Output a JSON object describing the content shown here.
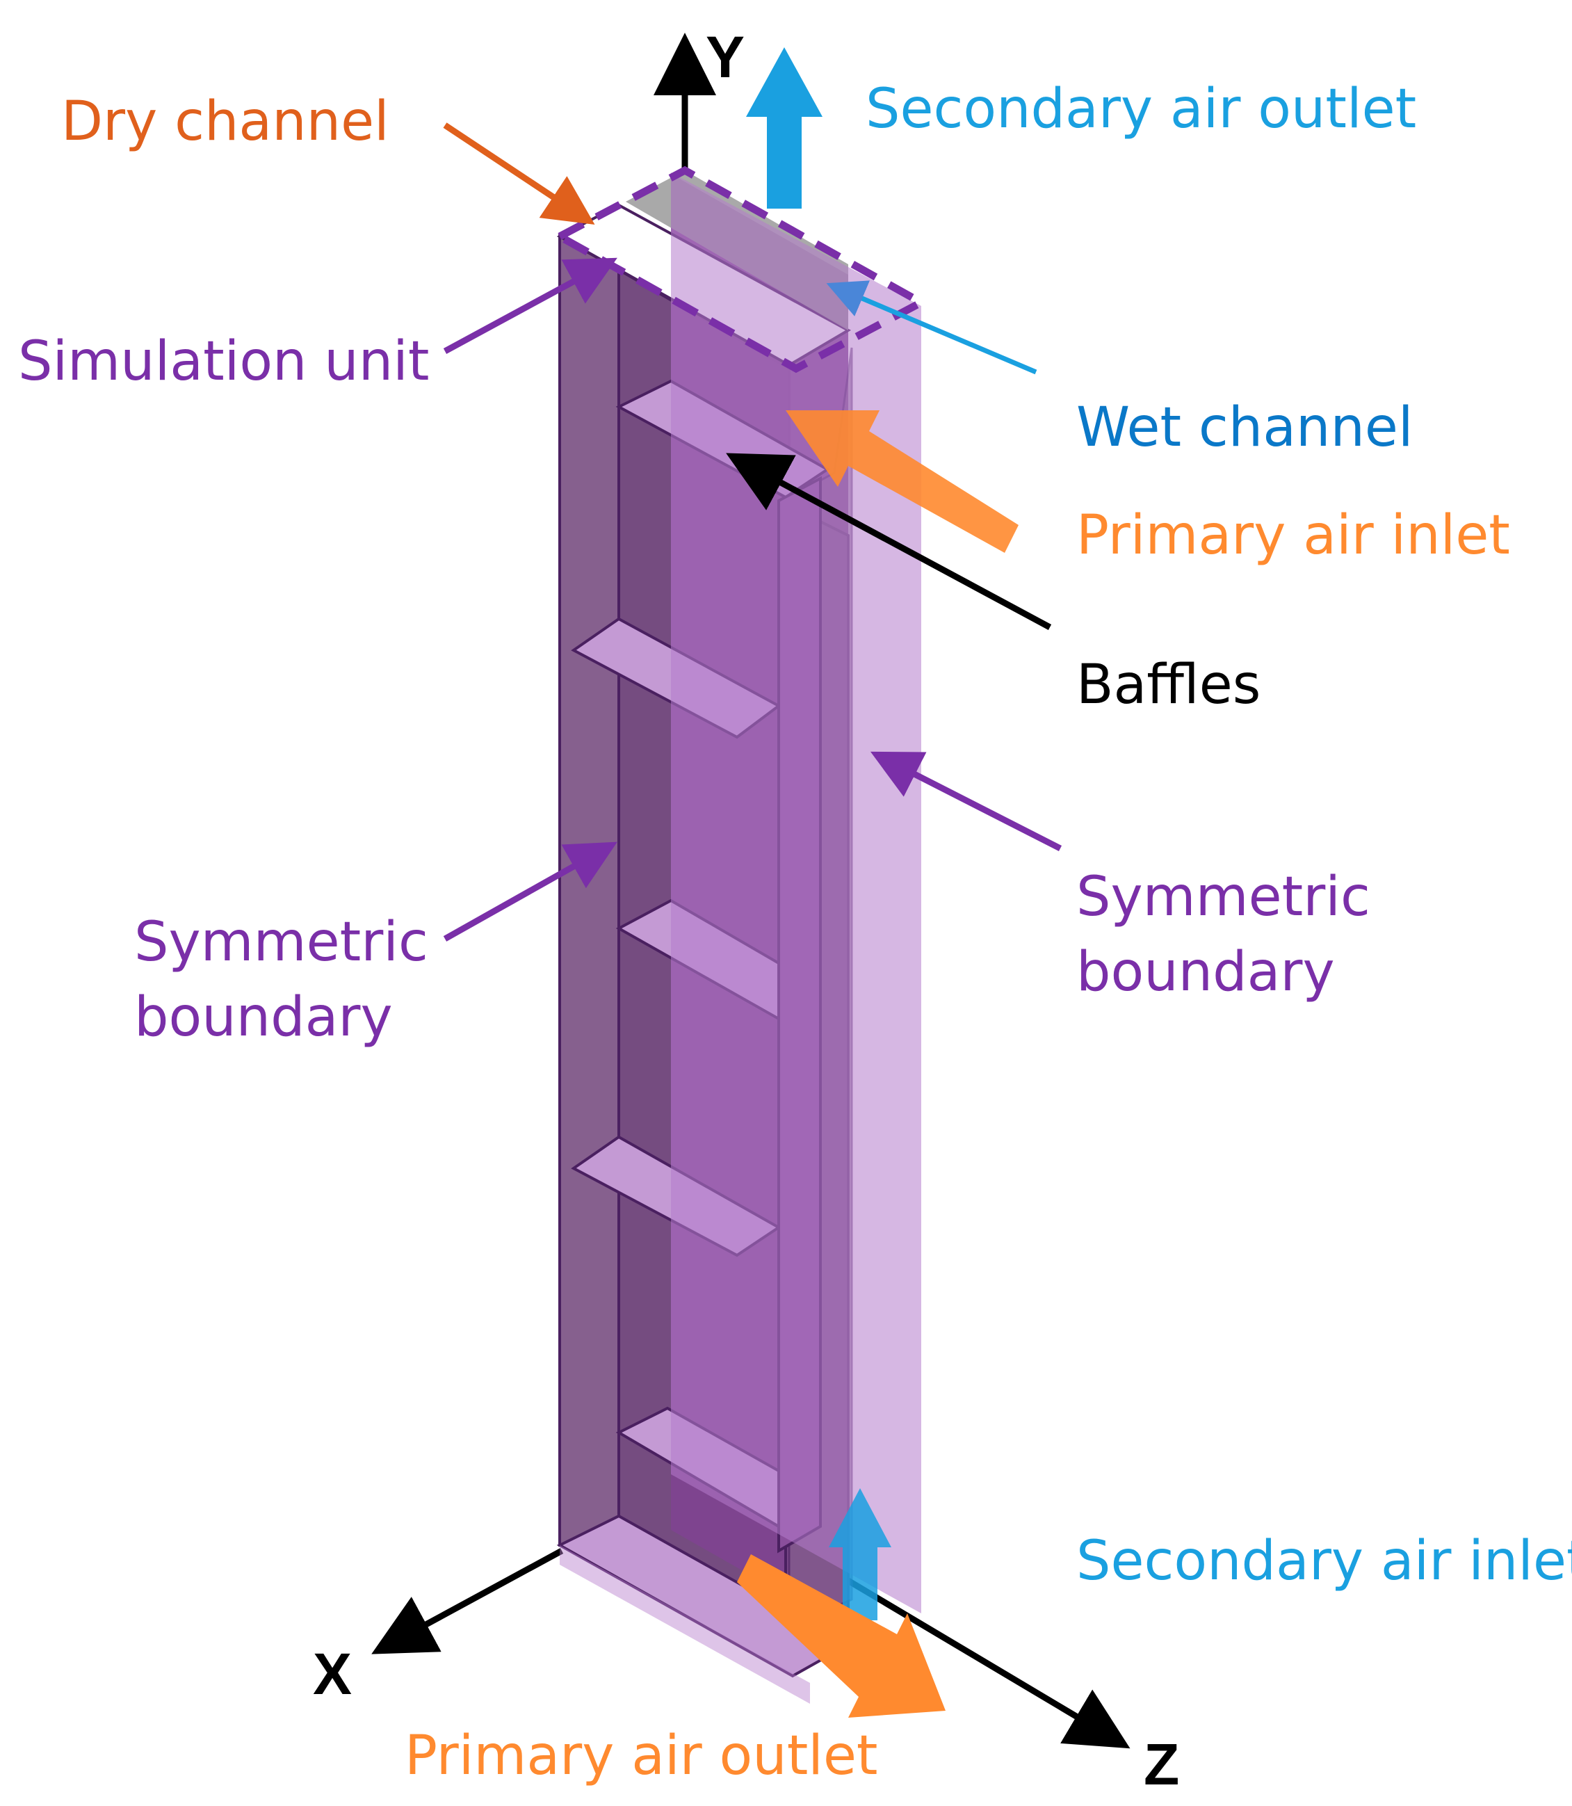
{
  "colors": {
    "purple_label": "#7a2fa8",
    "dry_orange": "#e0601c",
    "primary_orange": "#ff8a2f",
    "secondary_blue": "#1aa0e0",
    "wet_blue": "#0a78c8",
    "black": "#000000",
    "frame_purple": "#7a3f96",
    "frame_stroke": "#4a2060",
    "light_purple": "#c89ad8",
    "plane_purple": "#b57ccc"
  },
  "axes": {
    "x": "X",
    "y": "Y",
    "z": "Z"
  },
  "labels": {
    "dry_channel": "Dry channel",
    "secondary_air_outlet": "Secondary air outlet",
    "simulation_unit": "Simulation unit",
    "wet_channel": "Wet channel",
    "primary_air_inlet": "Primary air inlet",
    "baffles": "Baffles",
    "symmetric_boundary_right_line1": "Symmetric",
    "symmetric_boundary_right_line2": "boundary",
    "symmetric_boundary_left_line1": "Symmetric",
    "symmetric_boundary_left_line2": "boundary",
    "secondary_air_inlet": "Secondary air inlet",
    "primary_air_outlet": "Primary air outlet"
  },
  "icons": {
    "secondary_outlet_arrow": "up-arrow-icon",
    "secondary_inlet_arrow": "up-arrow-icon",
    "primary_inlet_arrow": "arrow-icon",
    "primary_outlet_arrow": "arrow-icon"
  }
}
